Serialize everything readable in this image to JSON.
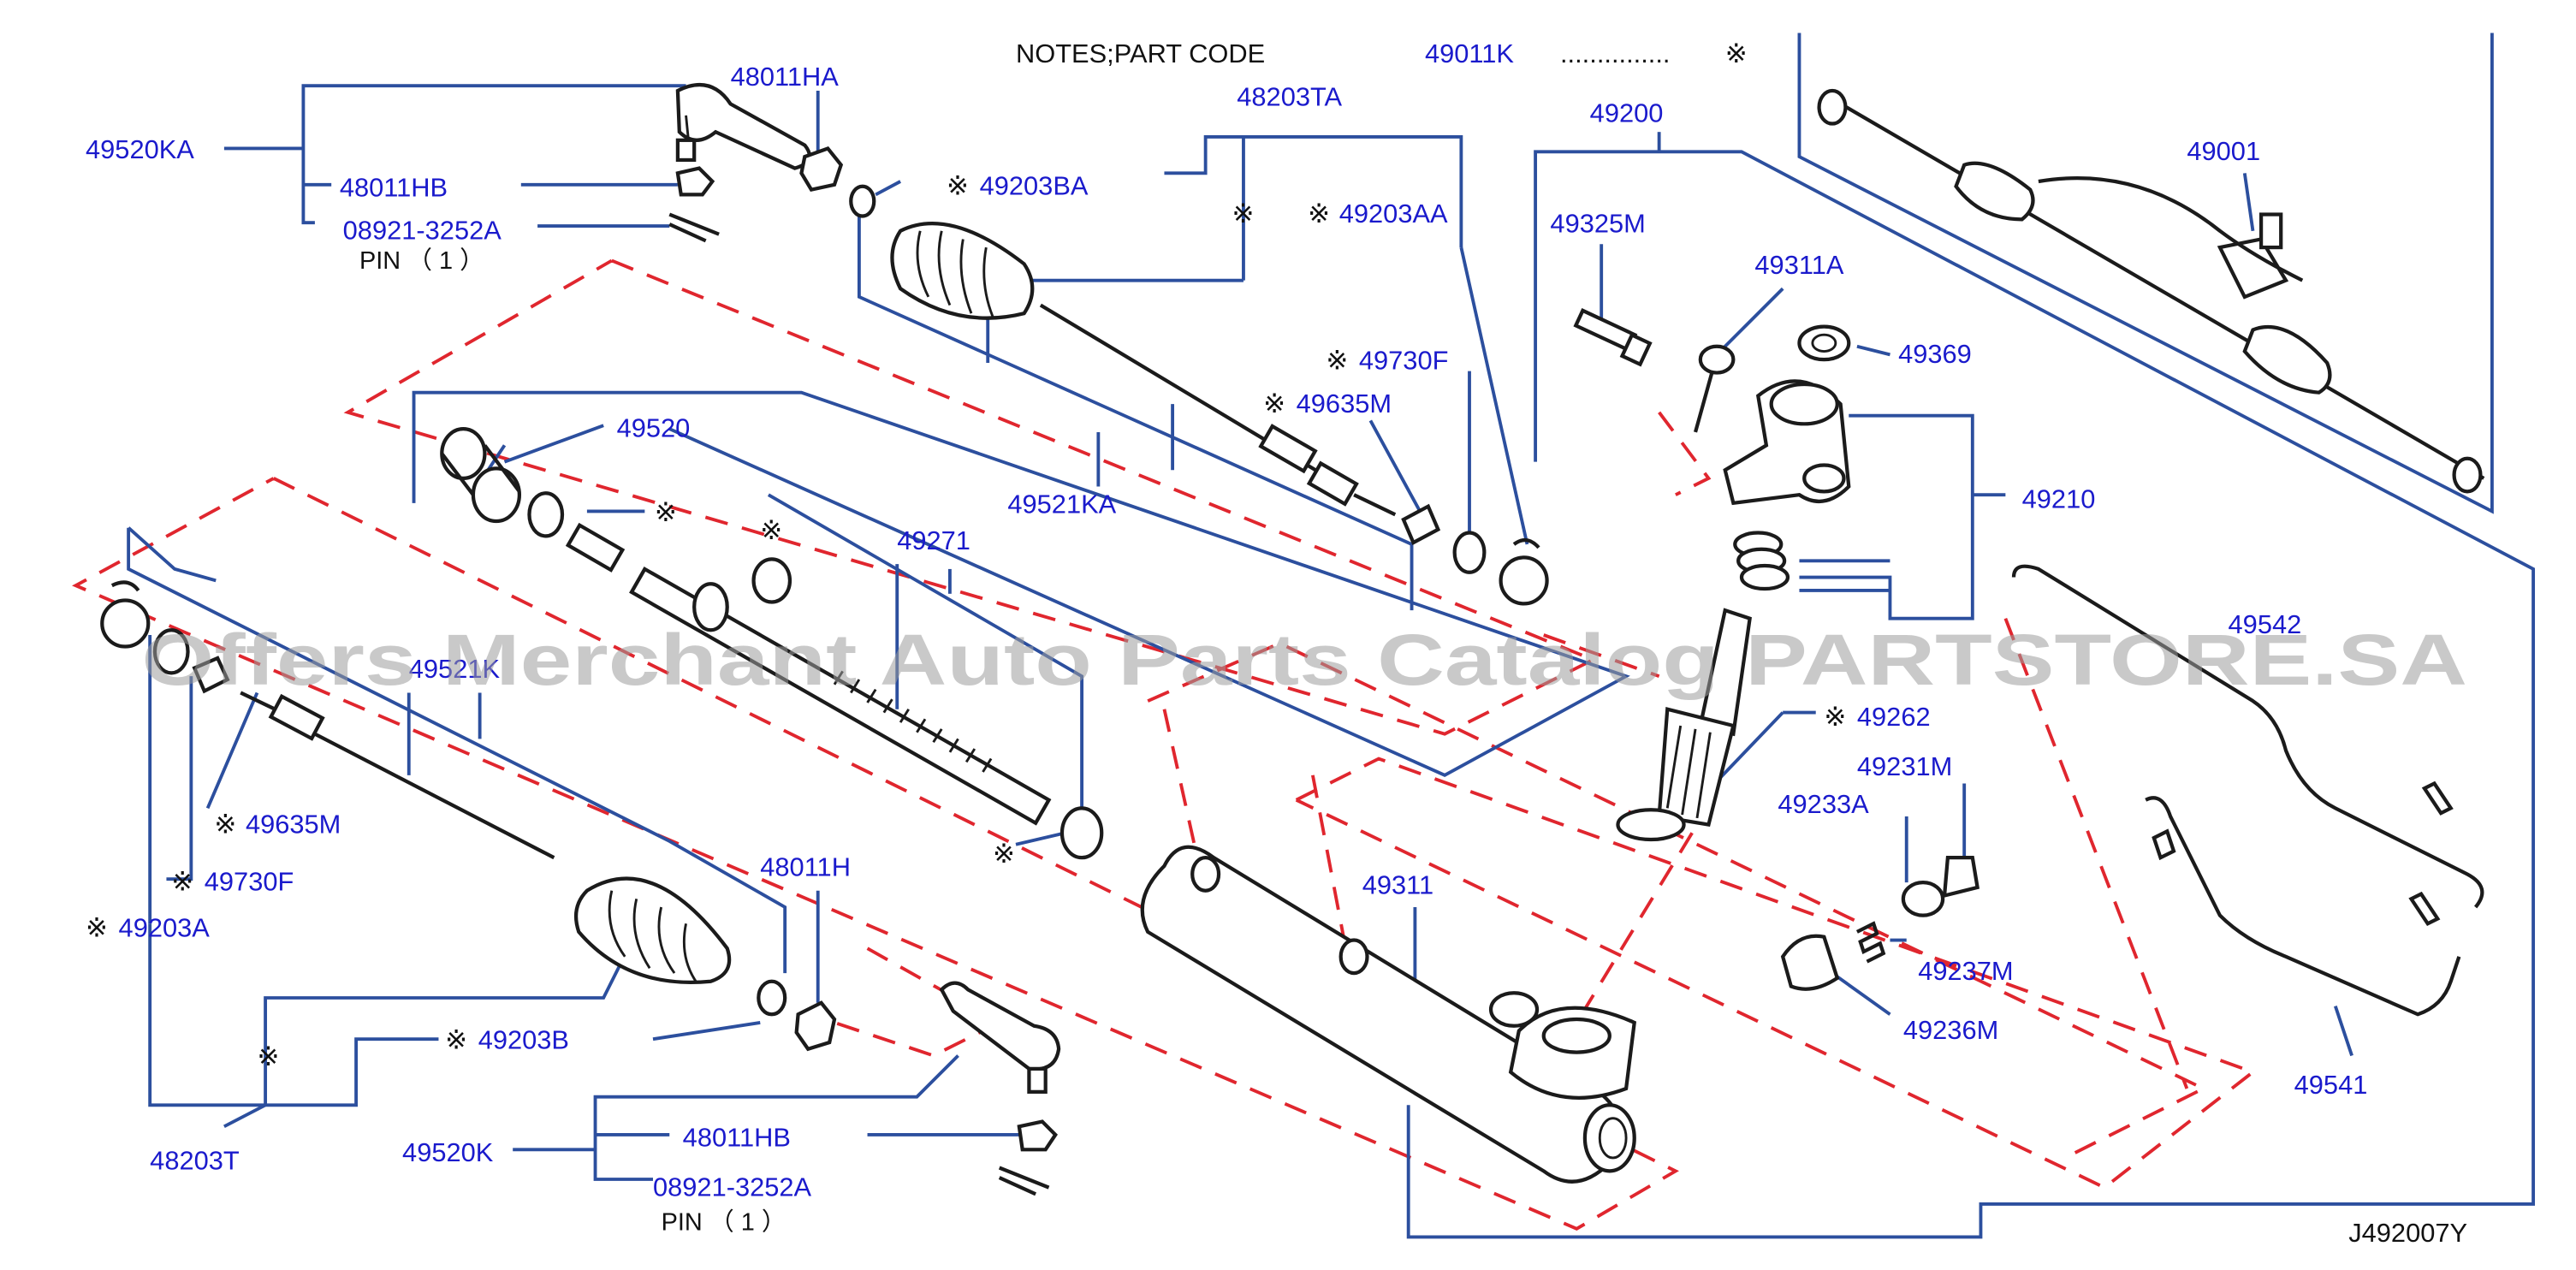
{
  "notes": {
    "prefix": "NOTES;PART   CODE",
    "code": "49011K",
    "dots": "...............",
    "mark": "※"
  },
  "asterisk": "※",
  "labels": {
    "p49520KA": "49520KA",
    "p48011HA": "48011HA",
    "p48011HB_top": "48011HB",
    "p08921_top": "08921-3252A",
    "pin_top": "PIN  （ 1 ）",
    "p48203TA": "48203TA",
    "p49203BA": "49203BA",
    "p49203AA": "49203AA",
    "p49200": "49200",
    "p49001": "49001",
    "p49325M": "49325M",
    "p49311A": "49311A",
    "p49369": "49369",
    "p49730F_top": "49730F",
    "p49635M_top": "49635M",
    "p49520": "49520",
    "p49210": "49210",
    "p49521KA": "49521KA",
    "p49271": "49271",
    "p49542": "49542",
    "p49521K": "49521K",
    "p49262": "49262",
    "p49231M": "49231M",
    "p49233A": "49233A",
    "p49635M_left": "49635M",
    "p49730F_left": "49730F",
    "p49203A": "49203A",
    "p48011H": "48011H",
    "p49311": "49311",
    "p49237M": "49237M",
    "p49236M": "49236M",
    "p49203B": "49203B",
    "p49541": "49541",
    "p48203T": "48203T",
    "p49520K": "49520K",
    "p48011HB_bottom": "48011HB",
    "p08921_bottom": "08921-3252A",
    "pin_bottom": "PIN  （ 1 ）"
  },
  "watermark": "Offers Merchant Auto Parts Catalog PARTSTORE.SA",
  "diagram_code": "J492007Y"
}
